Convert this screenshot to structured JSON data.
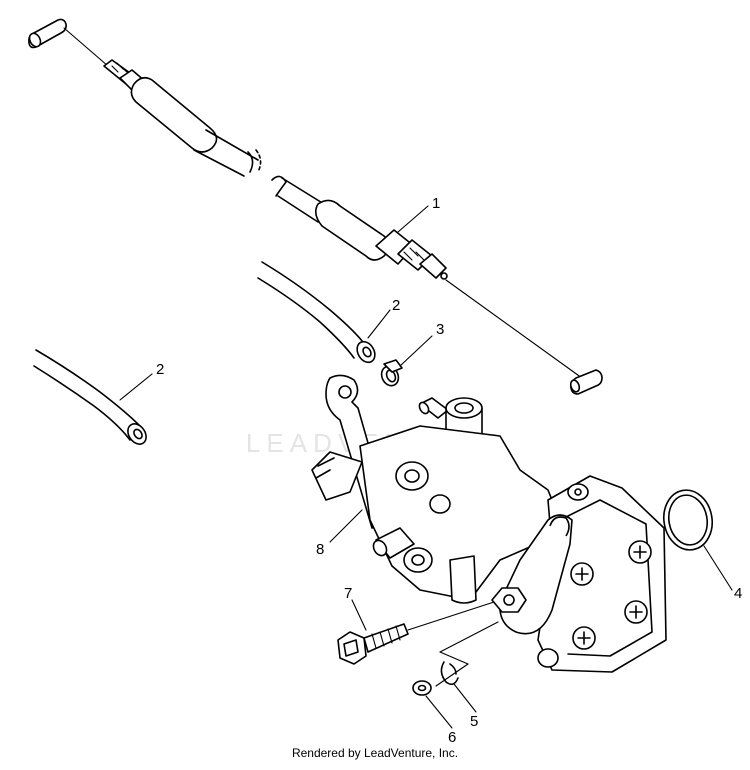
{
  "watermark": "LEADVENTURE",
  "footer": "Rendered by LeadVenture, Inc.",
  "callouts": {
    "c1": "1",
    "c2a": "2",
    "c2b": "2",
    "c3": "3",
    "c4": "4",
    "c5": "5",
    "c6": "6",
    "c7": "7",
    "c8": "8"
  }
}
